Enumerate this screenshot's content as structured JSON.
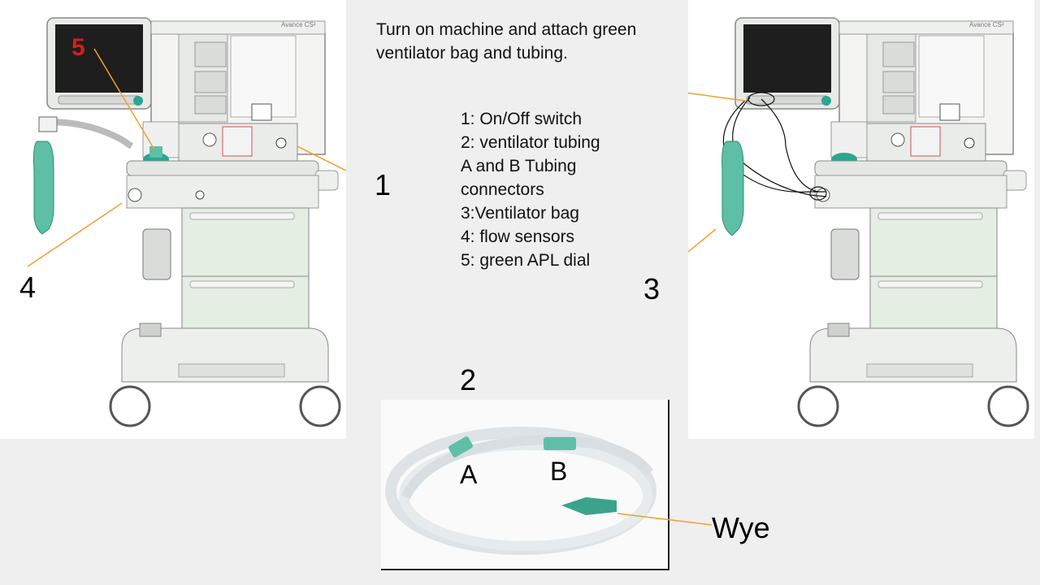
{
  "slide": {
    "instruction": "Turn on machine and attach green ventilator bag and tubing.",
    "legend": [
      "1: On/Off switch",
      "2: ventilator tubing",
      "A and B Tubing connectors",
      "3:Ventilator bag",
      "4: flow sensors",
      "5: green APL dial"
    ]
  },
  "machine_left": {
    "brand": "Avance CS²",
    "screen_number": "5",
    "callout_1": "1",
    "callout_4": "4"
  },
  "machine_right": {
    "brand": "Avance CS²",
    "callout_3": "3"
  },
  "tubing_photo": {
    "number": "2",
    "label_a": "A",
    "label_b": "B",
    "label_wye": "Wye"
  },
  "colors": {
    "bag_green": "#5fbfa6",
    "arrow_orange": "#f0a030",
    "apl_red": "#d0201c",
    "machine_body": "#eef2ec"
  }
}
